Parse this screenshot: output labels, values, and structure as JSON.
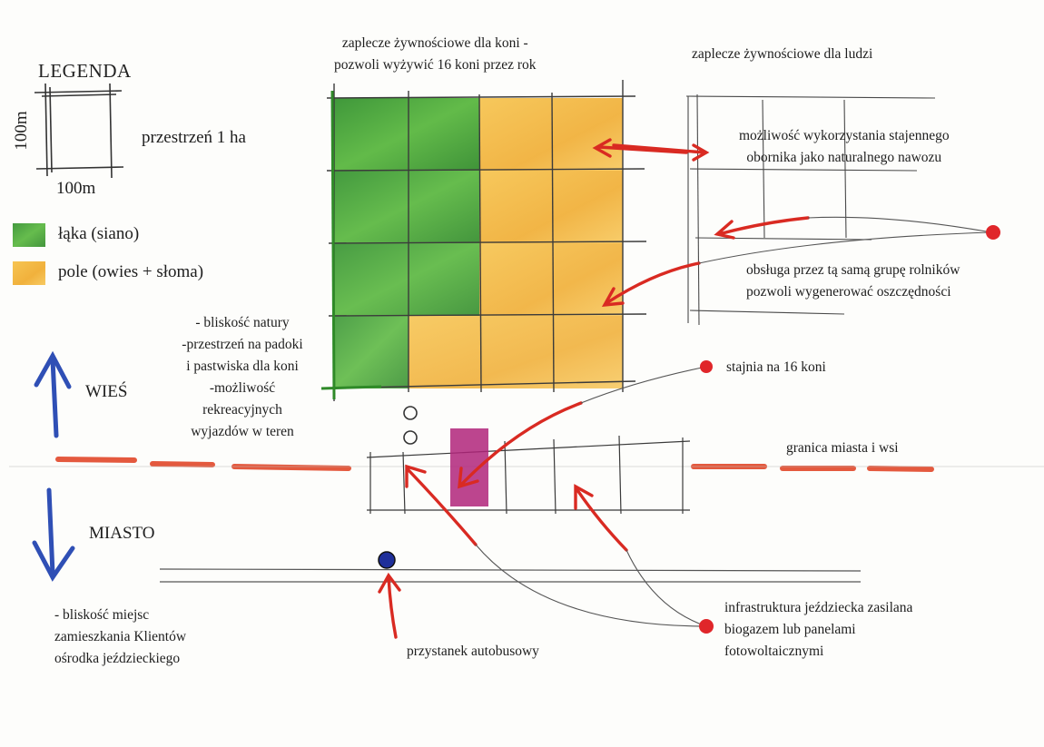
{
  "legend": {
    "title": "LEGENDA",
    "side_label_vertical": "100m",
    "side_label_horizontal": "100m",
    "area_label": "przestrzeń 1 ha",
    "meadow_label": "łąka (siano)",
    "field_label": "pole (owies + słoma)",
    "colors": {
      "meadow": "#3e9e2e",
      "field": "#f2b63a"
    }
  },
  "labels": {
    "horse_food": "zaplecze żywnościowe dla koni -\npozwoli wyżywić 16 koni przez rok",
    "people_food": "zaplecze żywnościowe dla ludzi",
    "manure": "możliwość wykorzystania stajennego\nobornika jako naturalnego nawozu",
    "farmers": "obsługa przez tą samą grupę rolników\npozwoli wygenerować oszczędności",
    "stable": "stajnia na 16 koni",
    "border": "granica miasta i wsi",
    "village": "WIEŚ",
    "city": "MIASTO",
    "village_benefits": "- bliskość natury\n-przestrzeń na padoki\ni pastwiska dla koni\n-możliwość\nrekreacyjnych\nwyjazdów w teren",
    "city_benefits": "- bliskość miejsc\nzamieszkania Klientów\nośrodka jeździeckiego",
    "bus_stop": "przystanek autobusowy",
    "infrastructure": "infrastruktura jeździecka zasilana\nbiogazem lub panelami\nfotowoltaicznymi"
  },
  "colors": {
    "arrow": "#d92a22",
    "border_line": "#e2482a",
    "direction_arrow": "#2f4fb5",
    "stable": "#b0247a",
    "ink": "#2a2a2a"
  }
}
